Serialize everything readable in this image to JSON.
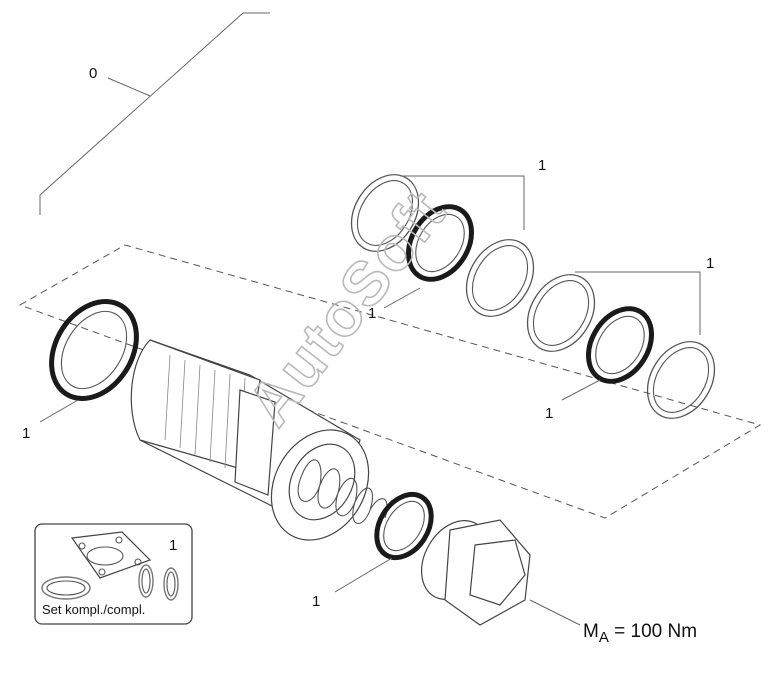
{
  "callouts": {
    "assembly": "0",
    "ring_group_upper": "1",
    "ring_upper_left": "1",
    "ring_group_right": "1",
    "ring_lower_right": "1",
    "ring_left": "1",
    "ring_plug": "1"
  },
  "torque": {
    "symbol": "M",
    "subscript": "A",
    "value": " = 100 Nm"
  },
  "kit": {
    "callout": "1",
    "label": "Set kompl./compl."
  },
  "watermark": "AutoSoft"
}
